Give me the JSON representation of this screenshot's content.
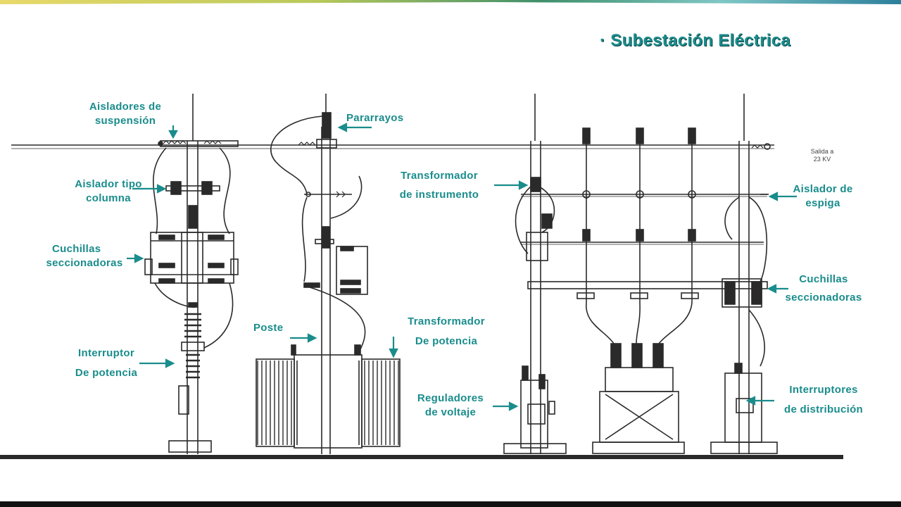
{
  "slide": {
    "title": "· Subestación Eléctrica",
    "colors": {
      "accent": "#1a8c8c",
      "line": "#2a2a2a",
      "bar": "#111111"
    }
  },
  "labels": {
    "aisladores_suspension": [
      "Aisladores de",
      "suspensión"
    ],
    "aislador_columna": [
      "Aislador tipo",
      "columna"
    ],
    "cuchillas_izq": [
      "Cuchillas",
      "seccionadoras"
    ],
    "interruptor_potencia": [
      "Interruptor",
      "De potencia"
    ],
    "pararrayos": "Pararrayos",
    "poste": "Poste",
    "transformador_potencia": [
      "Transformador",
      "De potencia"
    ],
    "transformador_instrumento": [
      "Transformador",
      "de instrumento"
    ],
    "reguladores_voltaje": [
      "Reguladores",
      "de voltaje"
    ],
    "aislador_espiga": [
      "Aislador de",
      "espiga"
    ],
    "cuchillas_der": [
      "Cuchillas",
      "seccionadoras"
    ],
    "interruptores_distribucion": [
      "Interruptores",
      "de distribución"
    ],
    "salida": [
      "Salida a",
      "23 KV"
    ]
  }
}
